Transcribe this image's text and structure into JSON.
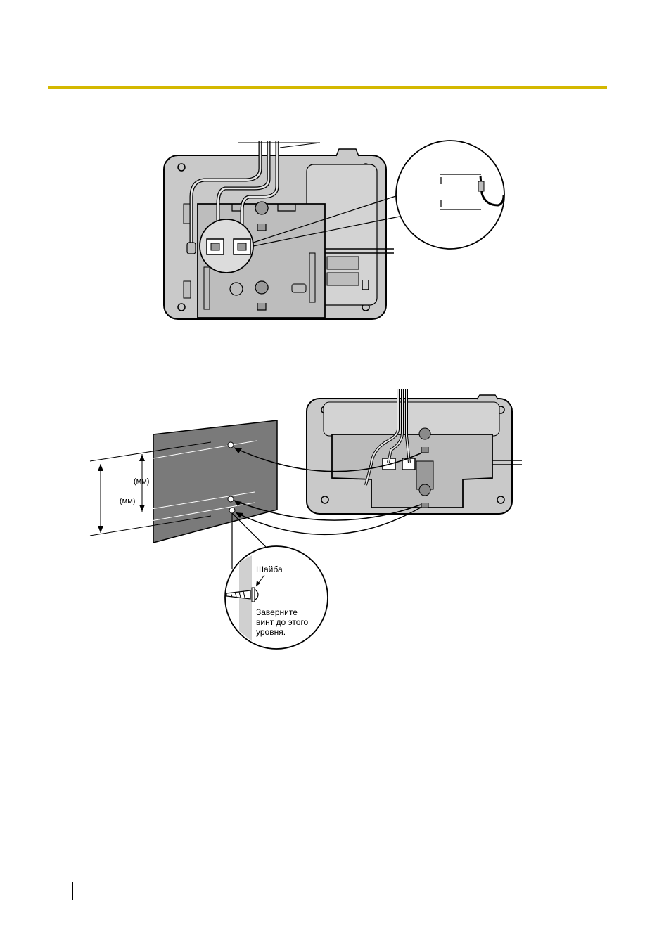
{
  "labels": {
    "unit_mm_upper": "(мм)",
    "unit_mm_lower": "(мм)",
    "washer": "Шайба",
    "tighten_line1": "Заверните",
    "tighten_line2": "винт до этого",
    "tighten_line3": "уровня."
  },
  "colors": {
    "accent_rule": "#d4b800",
    "device_body": "#c9c9c9",
    "bracket": "#bdbdbd",
    "wall_panel": "#7a7a7a",
    "wall_edge": "#cfcfcf"
  }
}
